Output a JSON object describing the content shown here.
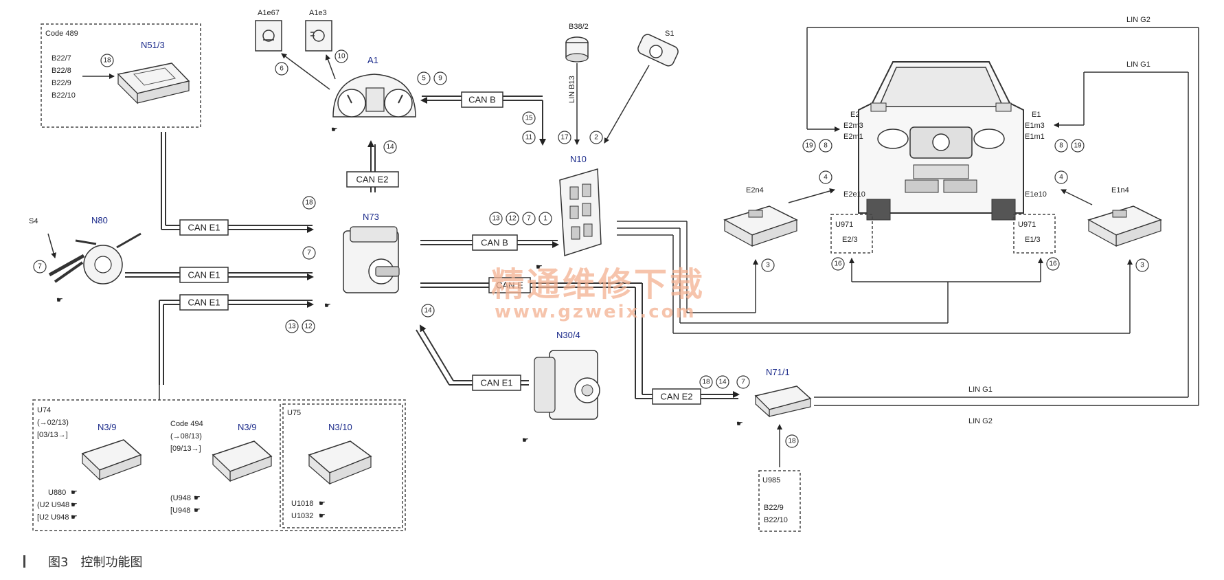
{
  "caption": "图3　控制功能图",
  "watermark": {
    "text": "精通维修下载",
    "url": "www.gzweix.com"
  },
  "components": {
    "a1": "A1",
    "a1e67": "A1e67",
    "a1e3": "A1e3",
    "b38_2": "B38/2",
    "s1": "S1",
    "n10": "N10",
    "n73": "N73",
    "n80": "N80",
    "s4": "S4",
    "n51_3": "N51/3",
    "n30_4": "N30/4",
    "n71_1": "N71/1",
    "e2n4": "E2n4",
    "e1n4": "E1n4",
    "n3_9": "N3/9",
    "n3_10": "N3/10"
  },
  "codes": {
    "code489": "Code 489",
    "code494": "Code 494",
    "u74": "U74",
    "u75": "U75",
    "u985": "U985",
    "u971": "U971"
  },
  "code489_lines": [
    "B22/7",
    "B22/8",
    "B22/9",
    "B22/10"
  ],
  "u985_lines": [
    "B22/9",
    "B22/10"
  ],
  "u74_lines": [
    "(→02/13)",
    "[03/13→]"
  ],
  "u74_refs": [
    "U880",
    "(U2 U948",
    "[U2 U948"
  ],
  "code494_lines": [
    "(→08/13)",
    "[09/13→]"
  ],
  "code494_refs": [
    "(U948",
    "[U948"
  ],
  "u75_refs": [
    "U1018",
    "U1032"
  ],
  "headlamp_left": [
    "E2",
    "E2m3",
    "E2m1"
  ],
  "headlamp_right": [
    "E1",
    "E1m3",
    "E1m1"
  ],
  "e2e10": "E2e10",
  "e1e10": "E1e10",
  "u971_left": "E2/3",
  "u971_right": "E1/3",
  "bus": {
    "can_b_top": "CAN B",
    "can_e2_top": "CAN E2",
    "can_e1_a": "CAN E1",
    "can_e1_b": "CAN E1",
    "can_e1_c": "CAN E1",
    "can_b_mid": "CAN B",
    "can_e_mid": "CAN E",
    "can_e1_bottom": "CAN E1",
    "can_e2_bottom": "CAN E2",
    "lin_b13": "LIN B13",
    "lin_g2_top": "LIN G2",
    "lin_g1_top": "LIN G1",
    "lin_g1_bottom": "LIN G1",
    "lin_g2_bottom": "LIN G2"
  },
  "callouts": {
    "c18_n51": "18",
    "c6": "6",
    "c10": "10",
    "c5": "5",
    "c9": "9",
    "c15": "15",
    "c11": "11",
    "c17": "17",
    "c2": "2",
    "c14_top": "14",
    "c18_n73": "18",
    "c7_n73": "7",
    "c13_n73": "13",
    "c12_n73": "12",
    "c7_s4": "7",
    "c13_n10": "13",
    "c12_n10": "12",
    "c7_n10": "7",
    "c1_n10": "1",
    "c14_n30": "14",
    "c19_l": "19",
    "c8_l": "8",
    "c4_l": "4",
    "c8_r": "8",
    "c19_r": "19",
    "c4_r": "4",
    "c3_l": "3",
    "c3_r": "3",
    "c16_l": "16",
    "c16_r": "16",
    "c18_n71": "18",
    "c14_n71": "14",
    "c7_n71": "7",
    "c18_u985": "18"
  }
}
